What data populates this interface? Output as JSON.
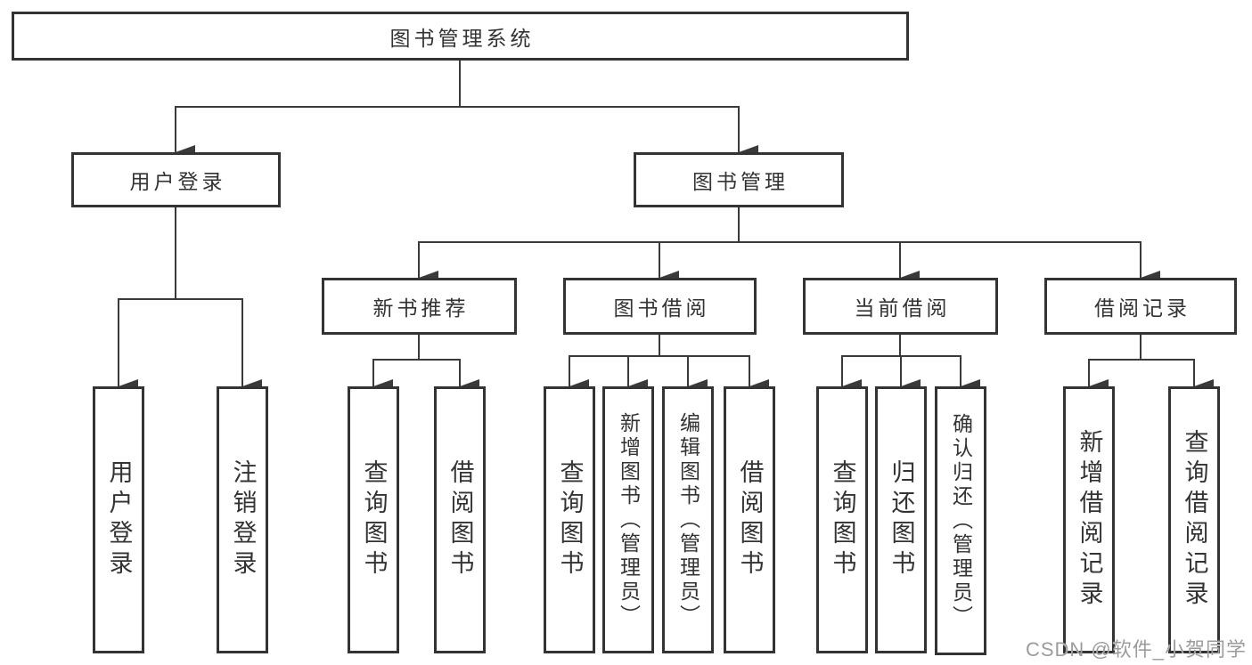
{
  "colors": {
    "line": "#3a3a3a",
    "box_border": "#333333",
    "text": "#333333",
    "watermark": "#9c9c9c",
    "background": "#ffffff"
  },
  "tree": {
    "root": "图书管理系统",
    "branches": [
      {
        "label": "用户登录",
        "children": [
          "用户登录",
          "注销登录"
        ]
      },
      {
        "label": "图书管理",
        "groups": [
          {
            "label": "新书推荐",
            "children": [
              "查询图书",
              "借阅图书"
            ]
          },
          {
            "label": "图书借阅",
            "children": [
              "查询图书",
              "新增图书（管理员）",
              "编辑图书（管理员）",
              "借阅图书"
            ]
          },
          {
            "label": "当前借阅",
            "children": [
              "查询图书",
              "归还图书",
              "确认归还（管理员）"
            ]
          },
          {
            "label": "借阅记录",
            "children": [
              "新增借阅记录",
              "查询借阅记录"
            ]
          }
        ]
      }
    ]
  },
  "watermark": {
    "text": "CSDN @软件_小贺同学"
  }
}
